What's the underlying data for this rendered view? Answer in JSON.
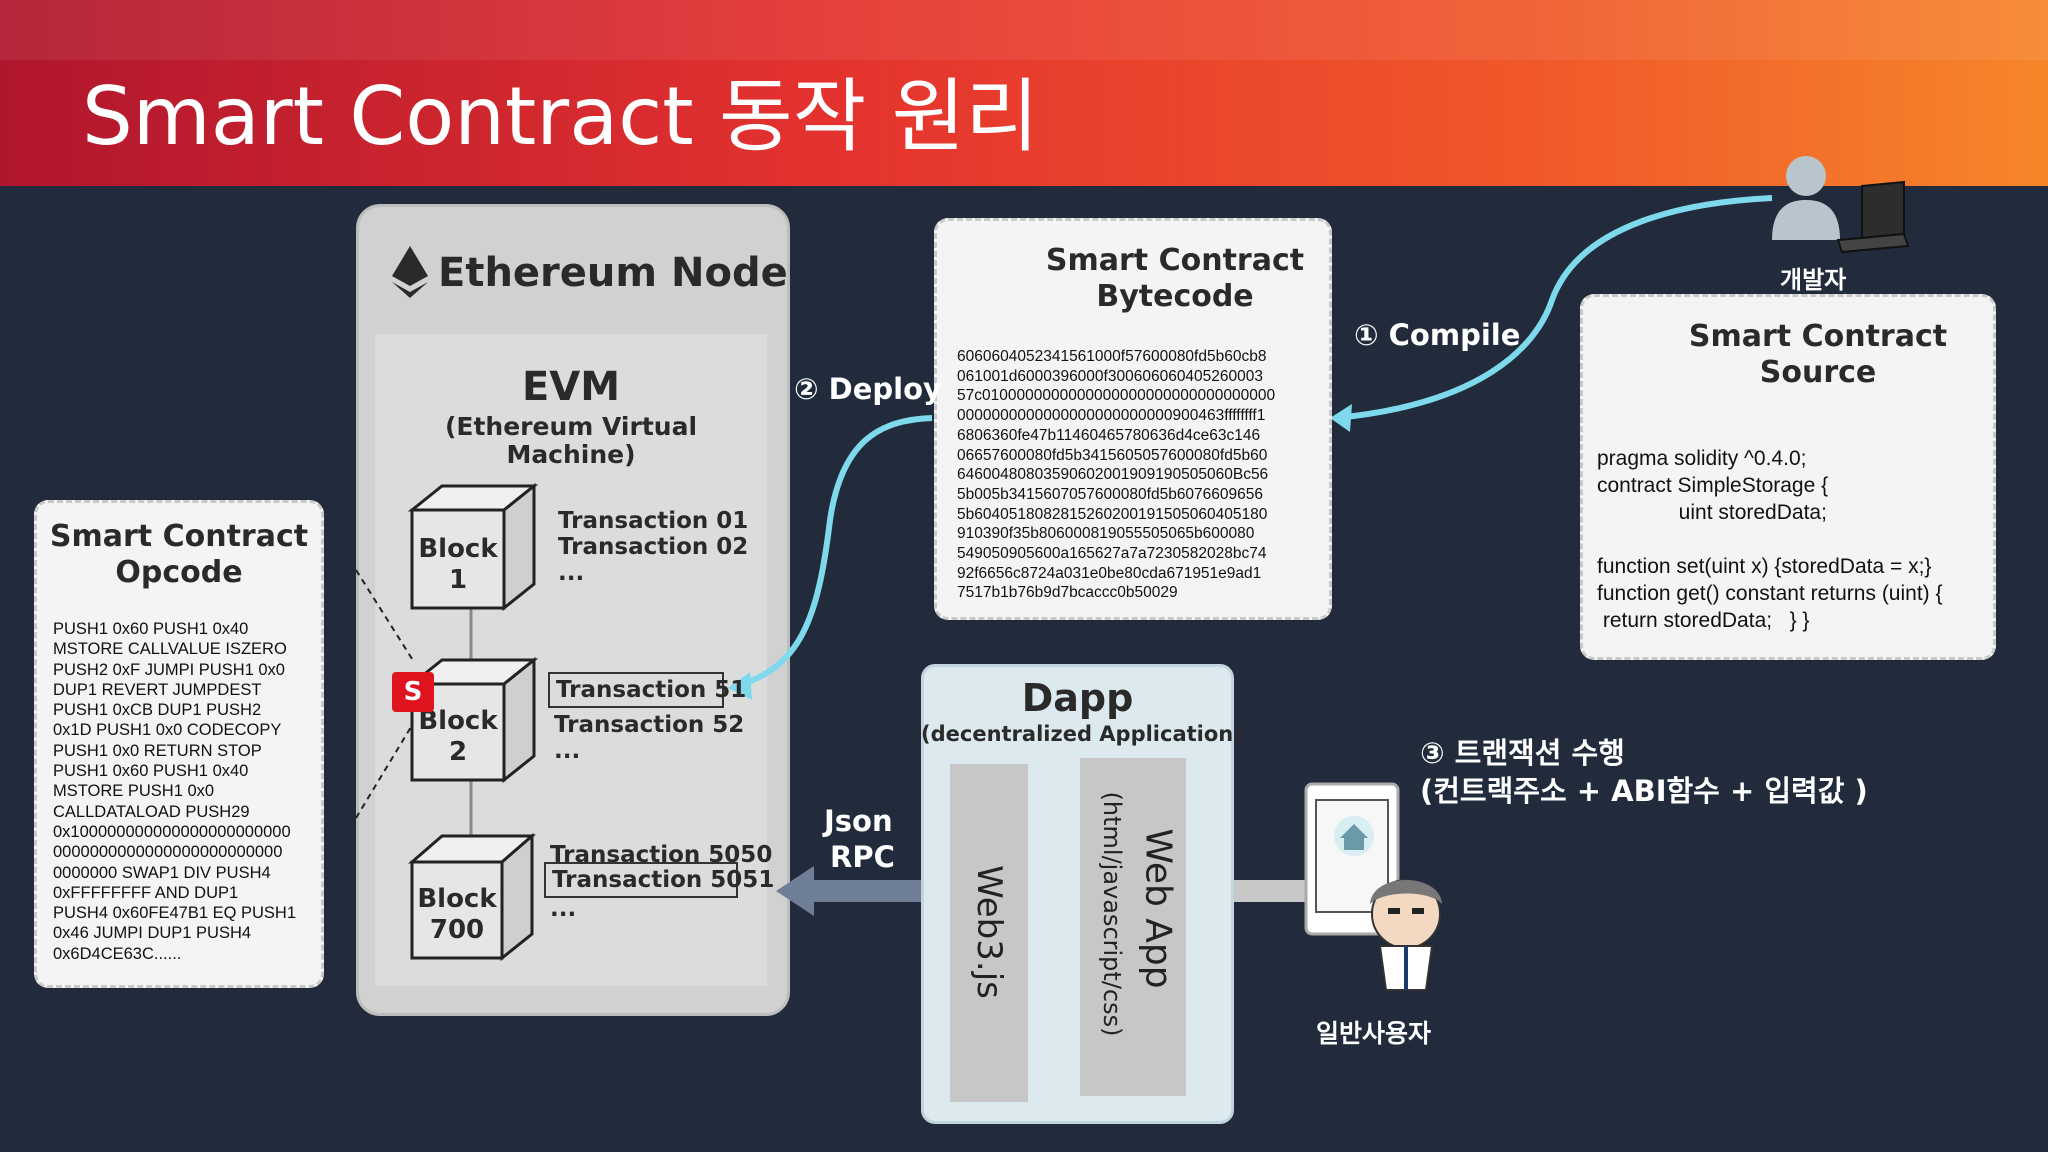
{
  "title": "Smart Contract 동작 원리",
  "node": {
    "title": "Ethereum Node",
    "evm_title": "EVM",
    "evm_subtitle_1": "(Ethereum Virtual",
    "evm_subtitle_2": "Machine)"
  },
  "blocks": [
    {
      "line1": "Block",
      "line2": "1",
      "tx": [
        "Transaction 01",
        "Transaction 02",
        "..."
      ]
    },
    {
      "line1": "Block",
      "line2": "2",
      "tx": [
        "Transaction 51",
        "Transaction 52",
        "..."
      ]
    },
    {
      "line1": "Block",
      "line2": "700",
      "tx": [
        "Transaction 5050",
        "Transaction 5051",
        "..."
      ]
    }
  ],
  "s_badge": "S",
  "opcode": {
    "title_1": "Smart Contract",
    "title_2": "Opcode",
    "lines": [
      "PUSH1 0x60 PUSH1 0x40",
      "MSTORE CALLVALUE ISZERO",
      "PUSH2 0xF JUMPI PUSH1 0x0",
      "DUP1 REVERT JUMPDEST",
      "PUSH1 0xCB DUP1 PUSH2",
      "0x1D PUSH1 0x0 CODECOPY",
      "PUSH1 0x0 RETURN STOP",
      "PUSH1 0x60 PUSH1 0x40",
      "MSTORE PUSH1 0x0",
      "CALLDATALOAD PUSH29",
      "0x100000000000000000000000",
      "0000000000000000000000000",
      "0000000 SWAP1 DIV PUSH4",
      "0xFFFFFFFF AND DUP1",
      "PUSH4 0x60FE47B1 EQ PUSH1",
      "0x46 JUMPI DUP1 PUSH4",
      "0x6D4CE63C......"
    ]
  },
  "bytecode": {
    "title_1": "Smart Contract",
    "title_2": "Bytecode",
    "lines": [
      "6060604052341561000f57600080fd5b60cb8",
      "061001d6000396000f300606060405260003",
      "57c0100000000000000000000000000000000",
      "0000000000000000000000000900463ffffffff1",
      "6806360fe47b11460465780636d4ce63c146",
      "06657600080fd5b3415605057600080fd5b60",
      "64600480803590602001909190505060Bc56",
      "5b005b3415607057600080fd5b6076609656",
      "5b6040518082815260200191505060405180",
      "910390f35b806000819055505065b600080",
      "549050905600a165627a7a7230582028bc74",
      "92f6656c8724a031e0be80cda671951e9ad1",
      "7517b1b76b9d7bcaccc0b50029"
    ]
  },
  "source": {
    "title_1": "Smart Contract",
    "title_2": "Source",
    "lines": [
      "pragma solidity ^0.4.0;",
      "contract SimpleStorage {",
      "              uint storedData;",
      "",
      "function set(uint x) {storedData = x;}",
      "function get() constant returns (uint) {",
      " return storedData;   } }"
    ]
  },
  "developer_label": "개발자",
  "compile_label": "① Compile",
  "deploy_label": "② Deploy",
  "dapp": {
    "title": "Dapp",
    "subtitle": "(decentralized Application)",
    "web3": "Web3.js",
    "webapp": "Web App",
    "webapp_sub": "(html/javascript/css)"
  },
  "jsonrpc_1": "Json",
  "jsonrpc_2": "RPC",
  "tx_note_1": "③ 트랜잭션 수행",
  "tx_note_2": "(컨트랙주소 +  ABI함수 + 입력값 )",
  "user_label": "일반사용자",
  "colors": {
    "arrow": "#7fd9ec",
    "badge": "#e0141e",
    "grey_arrow": "#6f7f98"
  }
}
